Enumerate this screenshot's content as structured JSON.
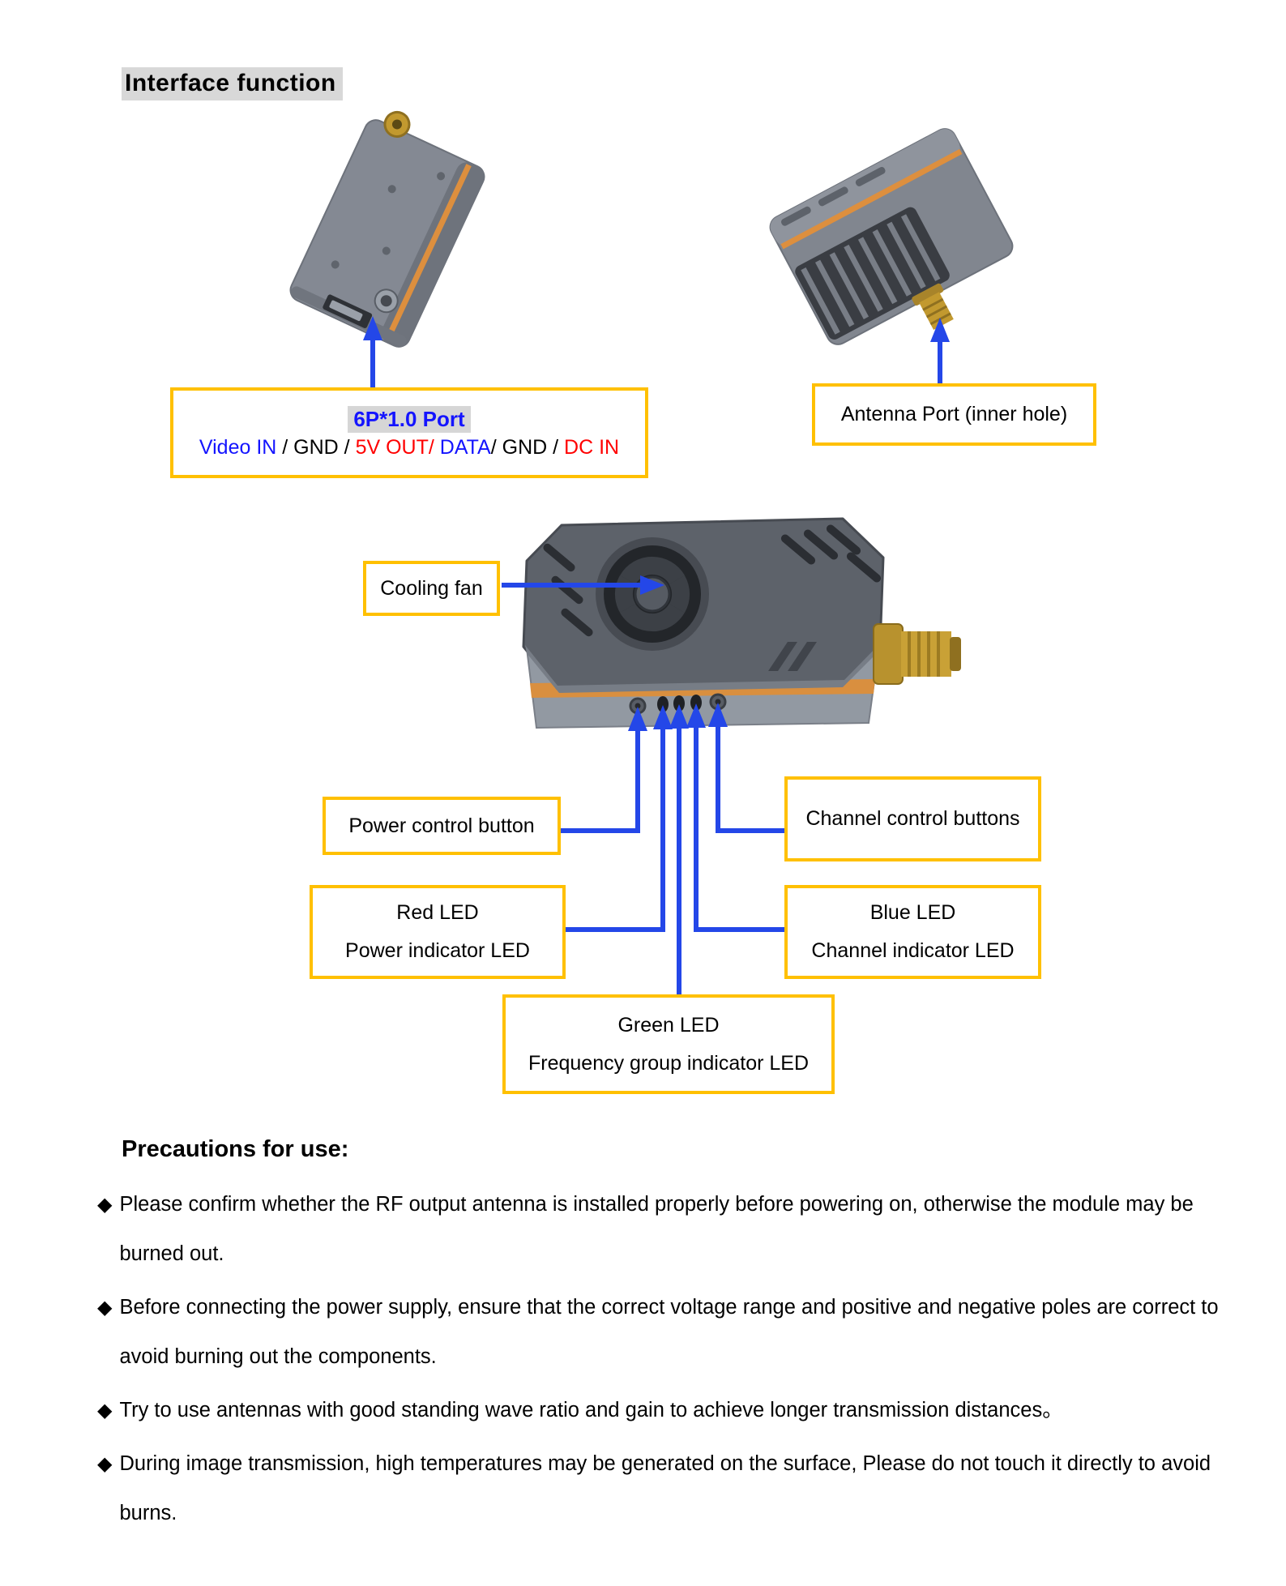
{
  "page": {
    "title": "Interface function",
    "precautions_heading": "Precautions for use:",
    "bullet_symbol": "◆"
  },
  "callouts": {
    "port": {
      "title": "6P*1.0 Port",
      "pinout": [
        {
          "text": "Video IN",
          "color": "#1414FF"
        },
        {
          "text": " / GND / ",
          "color": "#000000"
        },
        {
          "text": "5V OUT/",
          "color": "#FF0000"
        },
        {
          "text": " DATA",
          "color": "#1414FF"
        },
        {
          "text": "/ GND / ",
          "color": "#000000"
        },
        {
          "text": "DC IN",
          "color": "#FF0000"
        }
      ]
    },
    "antenna": {
      "label": "Antenna Port (inner hole)"
    },
    "cooling_fan": {
      "label": "Cooling fan"
    },
    "power_button": {
      "label": "Power control button"
    },
    "channel_buttons": {
      "label": "Channel control buttons"
    },
    "red_led": {
      "line1": "Red LED",
      "line2": "Power indicator LED"
    },
    "blue_led": {
      "line1": "Blue LED",
      "line2": "Channel indicator LED"
    },
    "green_led": {
      "line1": "Green LED",
      "line2": "Frequency group indicator LED"
    }
  },
  "precautions": [
    {
      "text": "Please confirm whether the RF output antenna is installed properly before powering on, otherwise the module may be burned out."
    },
    {
      "text": "Before connecting the power supply, ensure that the correct voltage range and positive and negative poles are correct to avoid burning out the components."
    },
    {
      "text": "Try to use antennas with good standing wave ratio and gain to achieve longer transmission distances。"
    },
    {
      "text": "During image transmission, high temperatures may be generated on the surface, Please do not touch it directly to avoid burns."
    }
  ],
  "colors": {
    "callout_border": "#FFC000",
    "arrow_blue": "#2447E8",
    "pin_blue": "#1414FF",
    "pin_red": "#FF0000",
    "pin_black": "#000000",
    "title_highlight": "#D8D8D8",
    "device_orange_stripe": "#DD8F3E",
    "device_gold": "#C2992F",
    "device_gray": "#81868F"
  }
}
